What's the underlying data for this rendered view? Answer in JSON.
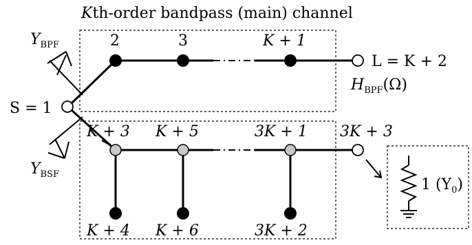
{
  "title": {
    "k": "K",
    "rest": "th-order bandpass (main) channel"
  },
  "labels": {
    "y_bpf": {
      "main": "Y",
      "sub": "BPF"
    },
    "y_bsf": {
      "main": "Y",
      "sub": "BSF"
    },
    "source": "S = 1",
    "load": "L = K + 2",
    "h_bpf": {
      "main": "H",
      "sub": "BPF",
      "arg": "(Ω)"
    },
    "resistor": "1 (Y",
    "resistor_sub": "0",
    "resistor_close": ")"
  },
  "bpf_nodes": [
    "2",
    "3",
    "K + 1"
  ],
  "bsf_top_nodes": [
    "K + 3",
    "K + 5",
    "3K + 1",
    "3K + 3"
  ],
  "bsf_bottom_nodes": [
    "K + 4",
    "K + 6",
    "3K + 2"
  ]
}
